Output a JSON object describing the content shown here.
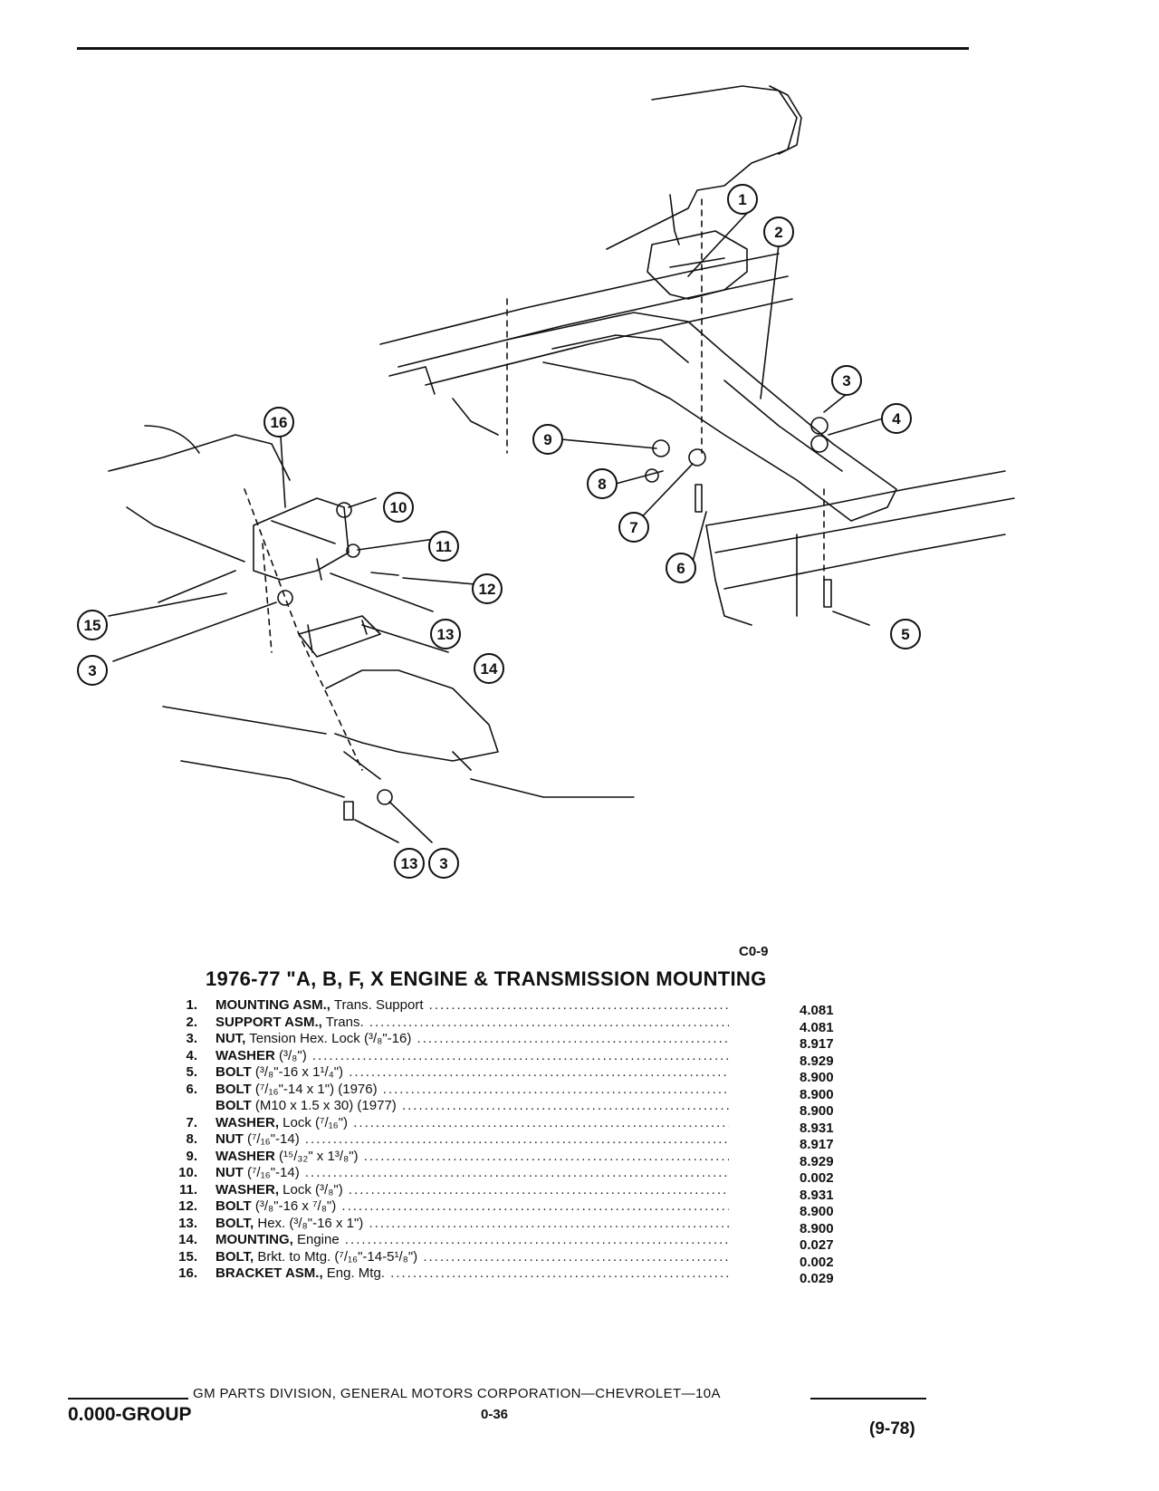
{
  "figure_code": "C0-9",
  "title": "1976-77 \"A, B, F, X ENGINE & TRANSMISSION MOUNTING",
  "callouts": [
    "1",
    "2",
    "3",
    "4",
    "5",
    "6",
    "7",
    "8",
    "9",
    "10",
    "11",
    "12",
    "13",
    "14",
    "15",
    "16"
  ],
  "parts": [
    {
      "num": "1.",
      "name": "MOUNTING ASM.,",
      "detail": " Trans. Support",
      "code": "4.081"
    },
    {
      "num": "2.",
      "name": "SUPPORT ASM.,",
      "detail": " Trans.",
      "code": "4.081"
    },
    {
      "num": "3.",
      "name": "NUT,",
      "detail": " Tension Hex. Lock (³/₈\"-16)",
      "code": "8.917"
    },
    {
      "num": "4.",
      "name": "WASHER",
      "detail": " (³/₈\")",
      "code": "8.929"
    },
    {
      "num": "5.",
      "name": "BOLT",
      "detail": " (³/₈\"-16 x 1¹/₄\")",
      "code": "8.900"
    },
    {
      "num": "6.",
      "name": "BOLT",
      "detail": " (⁷/₁₆\"-14 x 1\") (1976)",
      "code": "8.900"
    },
    {
      "num": "",
      "name": "BOLT",
      "detail": " (M10 x 1.5 x 30) (1977)",
      "code": "8.900"
    },
    {
      "num": "7.",
      "name": "WASHER,",
      "detail": " Lock (⁷/₁₆\")",
      "code": "8.931"
    },
    {
      "num": "8.",
      "name": "NUT",
      "detail": " (⁷/₁₆\"-14)",
      "code": "8.917"
    },
    {
      "num": "9.",
      "name": "WASHER",
      "detail": " (¹⁵/₃₂\" x 1³/₈\")",
      "code": "8.929"
    },
    {
      "num": "10.",
      "name": "NUT",
      "detail": " (⁷/₁₆\"-14)",
      "code": "0.002"
    },
    {
      "num": "11.",
      "name": "WASHER,",
      "detail": " Lock (³/₈\")",
      "code": "8.931"
    },
    {
      "num": "12.",
      "name": "BOLT",
      "detail": " (³/₈\"-16 x ⁷/₈\")",
      "code": "8.900"
    },
    {
      "num": "13.",
      "name": "BOLT,",
      "detail": " Hex. (³/₈\"-16 x 1\")",
      "code": "8.900"
    },
    {
      "num": "14.",
      "name": "MOUNTING,",
      "detail": " Engine",
      "code": "0.027"
    },
    {
      "num": "15.",
      "name": "BOLT,",
      "detail": " Brkt. to Mtg. (⁷/₁₆\"-14-5¹/₈\")",
      "code": "0.002"
    },
    {
      "num": "16.",
      "name": "BRACKET ASM.,",
      "detail": " Eng. Mtg.",
      "code": "0.029"
    }
  ],
  "footer": {
    "publisher": "GM PARTS DIVISION, GENERAL MOTORS CORPORATION—CHEVROLET—10A",
    "group": "0.000-GROUP",
    "page": "0-36",
    "date": "(9-78)"
  }
}
